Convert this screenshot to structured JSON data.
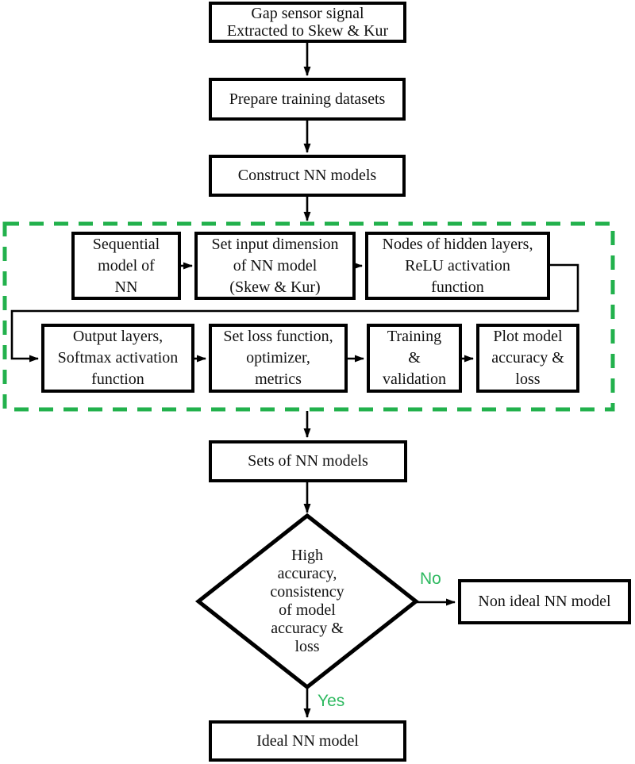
{
  "title": "NN model development flowchart",
  "colors": {
    "dash_green": "#22b14c",
    "label_green": "#2eb960",
    "line_black": "#000000"
  },
  "nodes": {
    "gap_sensor": "Gap sensor signal\nExtracted to Skew & Kur",
    "prepare": "Prepare training datasets",
    "construct": "Construct NN models",
    "sequential": "Sequential\nmodel of\nNN",
    "set_input": "Set input dimension\nof NN model\n(Skew & Kur)",
    "nodes_hidden": "Nodes of hidden layers,\nReLU activation\nfunction",
    "output_layers": "Output layers,\nSoftmax activation\nfunction",
    "set_loss": "Set loss function,\noptimizer,\nmetrics",
    "training": "Training\n&\nvalidation",
    "plot_model": "Plot model\naccuracy &\nloss",
    "sets_nn": "Sets of NN models",
    "decision": "High\naccuracy,\nconsistency\nof model\naccuracy &\nloss",
    "non_ideal": "Non ideal NN model",
    "ideal": "Ideal NN model"
  },
  "edge_labels": {
    "no": "No",
    "yes": "Yes"
  }
}
